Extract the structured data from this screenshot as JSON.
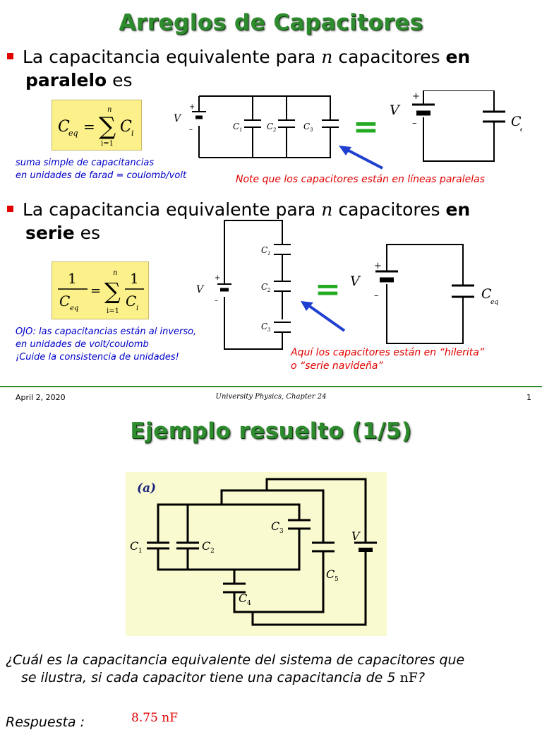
{
  "slide1": {
    "title": "Arreglos de Capacitores",
    "bullet1": {
      "pre": "La capacitancia equivalente para ",
      "n": "n",
      "mid": " capacitores ",
      "bold": "en",
      "bold2": "paralelo",
      "post": " es"
    },
    "note_blue1": [
      "suma simple de capacitancias",
      "en unidades de farad = coulomb/volt"
    ],
    "note_red1": "Note que los capacitores están en líneas paralelas",
    "bullet2": {
      "pre": "La capacitancia equivalente para ",
      "n": "n",
      "mid": " capacitores ",
      "bold": "en",
      "bold2": "serie",
      "post": " es"
    },
    "note_blue2": [
      "OJO: las capacitancias están al inverso,",
      "en unidades de volt/coulomb",
      "¡Cuide la consistencia de unidades!"
    ],
    "note_red2": [
      "Aquí los capacitores están en “hilerita”",
      "o “serie navideña”"
    ],
    "equals": "=",
    "labels": {
      "V": "V",
      "C1": "C",
      "C2": "C",
      "C3": "C",
      "sub1": "1",
      "sub2": "2",
      "sub3": "3",
      "Ceq": "C",
      "eq": "eq",
      "plus": "+",
      "minus": "–"
    },
    "formula1": {
      "lhs": "C",
      "lhs_sub": "eq",
      "sum_top": "n",
      "sum_bot": "i=1",
      "term": "C",
      "term_sub": "i"
    },
    "formula2": {
      "num": "1",
      "den": "C",
      "den_sub": "eq",
      "sum_top": "n",
      "sum_bot": "i=1",
      "term_num": "1",
      "term_den": "C",
      "term_sub": "i"
    },
    "footer": {
      "date": "April 2, 2020",
      "center": "University Physics, Chapter 24",
      "page": "1"
    }
  },
  "slide2": {
    "title": "Ejemplo resuelto (1/5)",
    "panel_label": "(a)",
    "labels": {
      "C1": "C",
      "C2": "C",
      "C3": "C",
      "C4": "C",
      "C5": "C",
      "s1": "1",
      "s2": "2",
      "s3": "3",
      "s4": "4",
      "s5": "5",
      "V": "V"
    },
    "question_line1": "¿Cuál es la capacitancia equivalente del sistema de capacitores que",
    "question_line2_pre": "se ilustra, si cada capacitor tiene una capacitancia de 5 ",
    "question_unit": "nF",
    "question_end": "?",
    "answer_label": "Respuesta :",
    "answer_value": "8.75 nF"
  },
  "colors": {
    "title_green": "#2e8b2e",
    "bullet_red": "#e00000",
    "note_blue": "#0000c8",
    "formula_bg": "#fbf089",
    "arrow_blue": "#1f3fd0"
  }
}
